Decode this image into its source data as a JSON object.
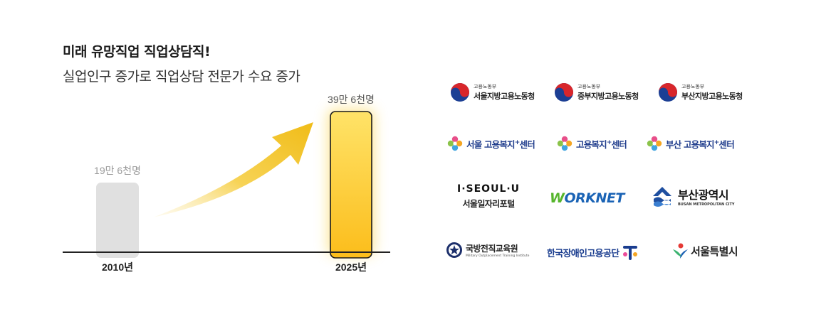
{
  "headline": {
    "title": "미래 유망직업 직업상담직!",
    "subtitle": "실업인구 증가로 직업상담 전문가 수요 증가"
  },
  "chart_data": {
    "type": "bar",
    "categories": [
      "2010년",
      "2025년"
    ],
    "values": [
      196000,
      396000
    ],
    "data_labels": [
      "19만 6천명",
      "39만 6천명"
    ],
    "title": "",
    "xlabel": "",
    "ylabel": "",
    "ylim": [
      0,
      400000
    ],
    "grid": false,
    "colors": {
      "past": "#e0e0e0",
      "future": "#fbc02d",
      "arrow": "#f2c230",
      "axis": "#222222"
    }
  },
  "logos": {
    "moel_prefix": "고용노동부",
    "moel_seoul": "서울지방고용노동청",
    "moel_jungbu": "중부지방고용노동청",
    "moel_busan": "부산지방고용노동청",
    "jc_seoul": "서울 고용복지",
    "jc_center": "고용복지",
    "jc_busan": "부산 고용복지",
    "jc_plus": "+",
    "jc_suffix": "센터",
    "iseoul_top": "I·SEOUL·U",
    "iseoul_bottom": "서울일자리포털",
    "worknet_w": "W",
    "worknet_rest": "ORKNET",
    "busan_city_kr": "부산광역시",
    "busan_city_en": "BUSAN METROPOLITAN CITY",
    "military_kr": "국방전직교육원",
    "military_en": "Military Outplacement Training Institute",
    "disabled_agency": "한국장애인고용공단",
    "seoul_city": "서울특별시"
  }
}
